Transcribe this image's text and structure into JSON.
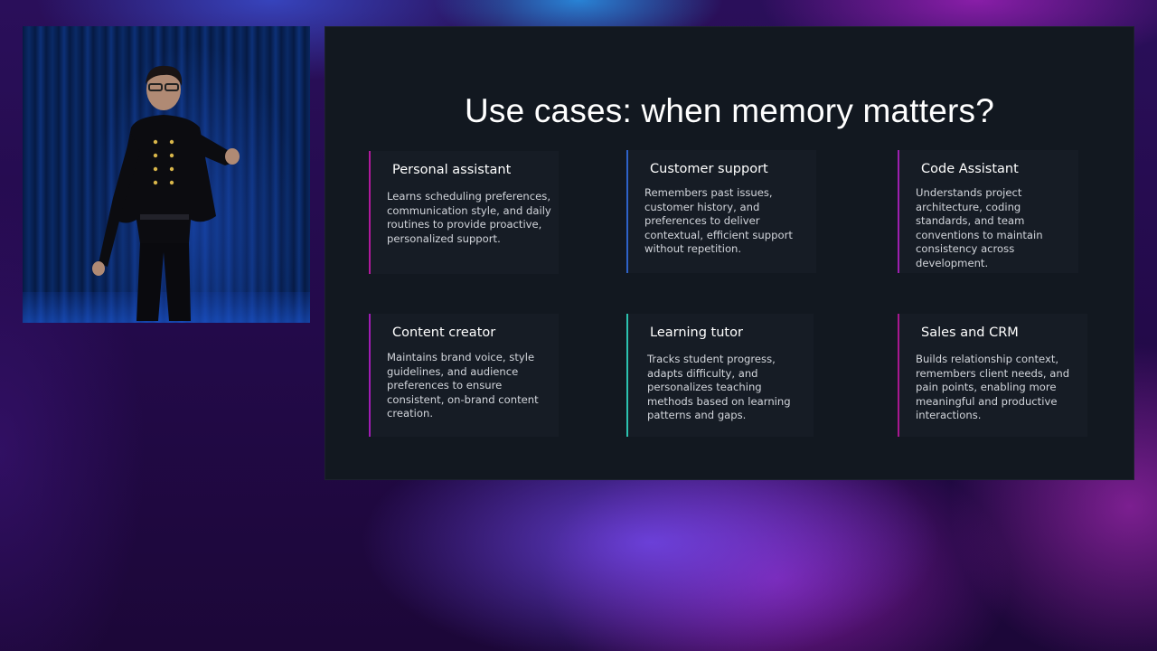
{
  "slide": {
    "title": "Use cases: when memory matters?",
    "cards": [
      {
        "title": "Personal assistant",
        "body": "Learns scheduling preferences, communication style, and daily routines to provide proactive, personalized support.",
        "accent": "#b1199c"
      },
      {
        "title": "Customer support",
        "body": "Remembers past issues, customer history, and preferences to deliver contextual, efficient support without repetition.",
        "accent": "#2e62c9"
      },
      {
        "title": "Code Assistant",
        "body": "Understands project architecture, coding standards, and team conventions to maintain consistency across development.",
        "accent": "#9d1fb0"
      },
      {
        "title": "Content creator",
        "body": "Maintains brand voice, style guidelines, and audience preferences to ensure consistent, on-brand content creation.",
        "accent": "#a01cb5"
      },
      {
        "title": "Learning tutor",
        "body": "Tracks student progress, adapts difficulty, and personalizes teaching methods based on learning patterns and gaps.",
        "accent": "#2cc3b0"
      },
      {
        "title": "Sales and CRM",
        "body": "Builds relationship context, remembers client needs, and pain points, enabling more meaningful and productive interactions.",
        "accent": "#a8178f"
      }
    ]
  },
  "colors": {
    "slide_background": "#121820",
    "card_background": "#161c25",
    "title_text": "#ffffff",
    "body_text": "#d2d5db"
  }
}
